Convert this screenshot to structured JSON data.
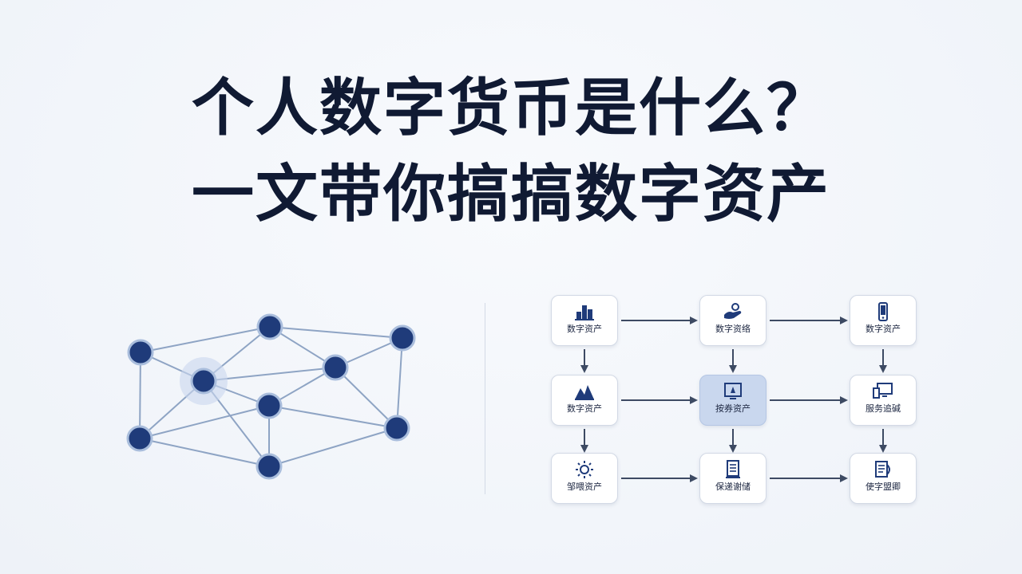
{
  "title": {
    "line1": "个人数字货币是什么？",
    "line2": "一文带你搞搞数字资产"
  },
  "colors": {
    "title": "#101a33",
    "node_fill": "#1f3b7a",
    "node_stroke": "#a9bddc",
    "edge": "#8ea4c4",
    "arrow": "#3d4a63",
    "highlight_box": "#c9d7ee"
  },
  "flow": {
    "boxes": [
      {
        "label": "数字资产",
        "icon": "building-icon"
      },
      {
        "label": "数字资络",
        "icon": "hand-icon"
      },
      {
        "label": "数字资产",
        "icon": "phone-icon"
      },
      {
        "label": "数字资产",
        "icon": "chart-triangle-icon"
      },
      {
        "label": "按券资产",
        "icon": "monitor-icon"
      },
      {
        "label": "服务追碱",
        "icon": "computer-icon"
      },
      {
        "label": "邹喂资产",
        "icon": "sun-icon"
      },
      {
        "label": "保递谢储",
        "icon": "document-icon"
      },
      {
        "label": "使字盟卿",
        "icon": "contract-icon"
      }
    ]
  }
}
